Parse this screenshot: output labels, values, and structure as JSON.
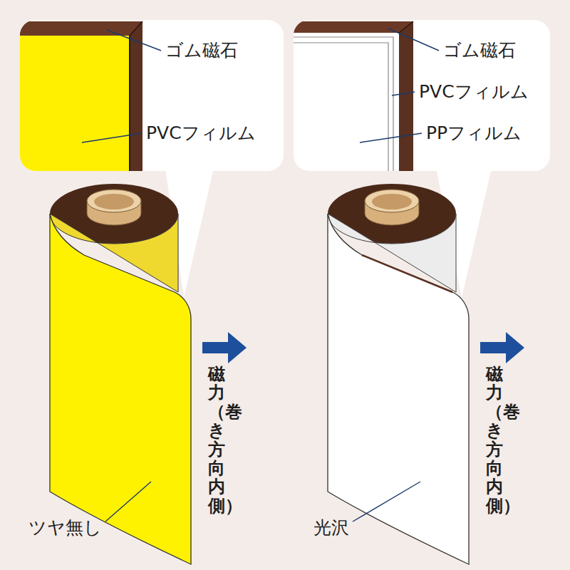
{
  "diagram": {
    "nodes": [
      {
        "text": [
          "ゴム磁石",
          "PVCフィルム"
        ]
      },
      {
        "text": [
          "ゴム磁石",
          "PVCフィルム",
          "PPフィルム"
        ]
      }
    ],
    "labels": [
      "磁力（巻き方向内側）",
      "ツヤ無し",
      "磁力（巻き方向内側）",
      "光沢"
    ]
  }
}
